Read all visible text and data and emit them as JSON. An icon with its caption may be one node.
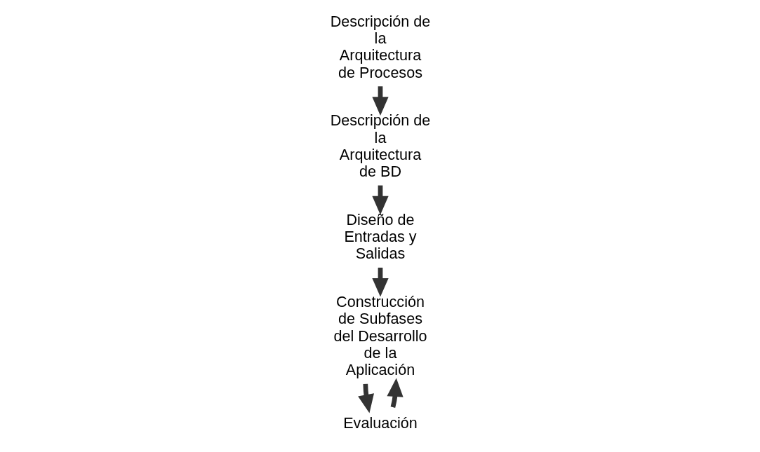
{
  "diagram": {
    "nodes": [
      {
        "text": [
          "Descripción de la Arquitectura de Procesos"
        ]
      },
      {
        "text": [
          "Descripción de la Arquitectura de BD"
        ]
      },
      {
        "text": [
          "Diseño de Entradas y Salidas"
        ]
      },
      {
        "text": [
          "Construcción de Subfases del Desarrollo de la Aplicación"
        ]
      },
      {
        "text": [
          "Evaluación"
        ]
      }
    ],
    "edges": [
      {
        "from": 0,
        "to": 1,
        "arrow": "to"
      },
      {
        "from": 1,
        "to": 2,
        "arrow": "to"
      },
      {
        "from": 2,
        "to": 3,
        "arrow": "to"
      },
      {
        "from": 3,
        "to": 4,
        "arrow": "to"
      },
      {
        "from": 4,
        "to": 3,
        "arrow": "to"
      }
    ]
  }
}
